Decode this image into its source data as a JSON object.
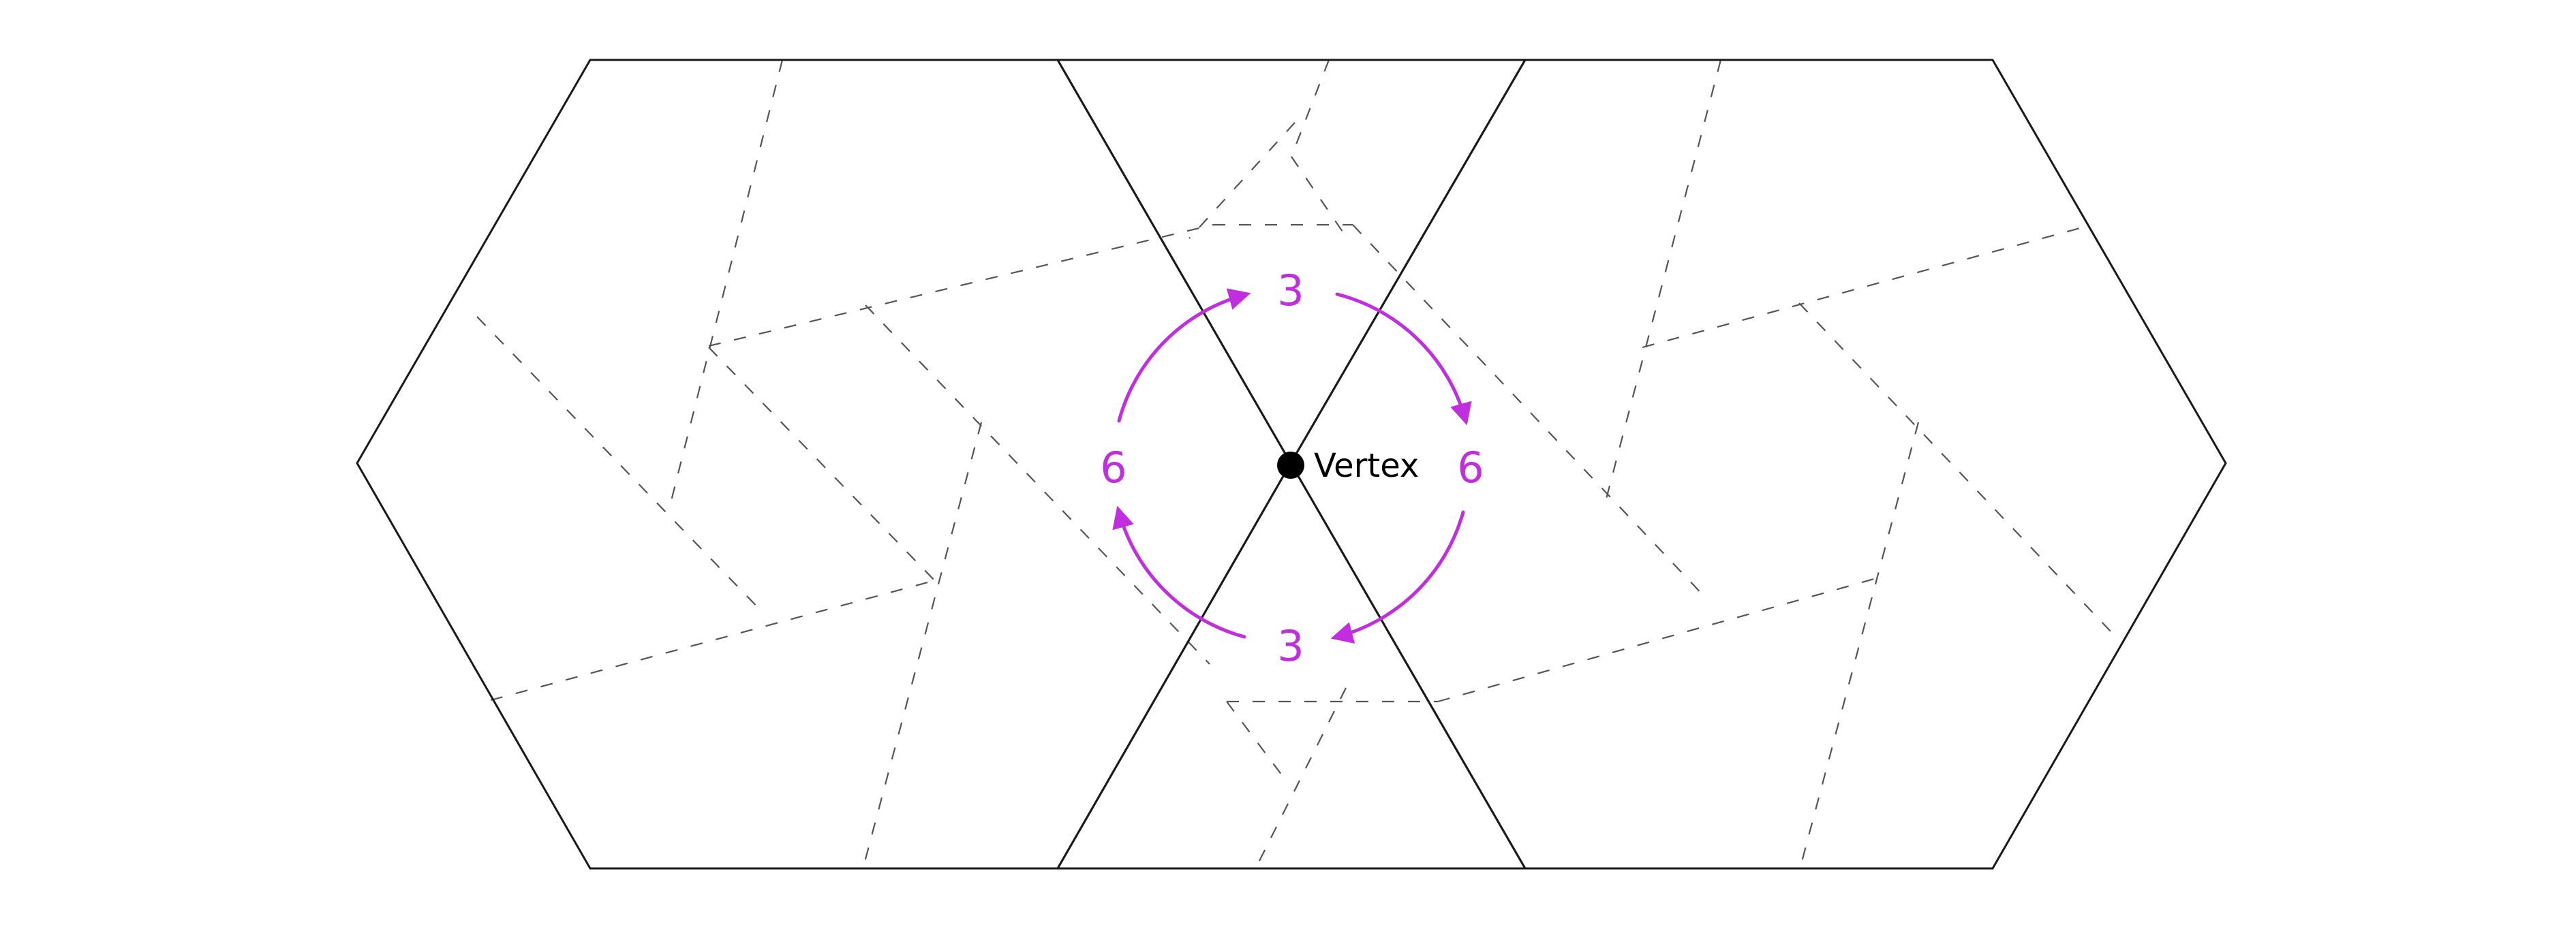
{
  "diagram": {
    "vertex_label": "Vertex",
    "cycle_labels": {
      "top": "3",
      "right": "6",
      "bottom": "3",
      "left": "6"
    },
    "colors": {
      "outline": "#1a1a1a",
      "dashed": "#555555",
      "accent": "#c02ee0",
      "vertex_dot": "#000000"
    }
  }
}
